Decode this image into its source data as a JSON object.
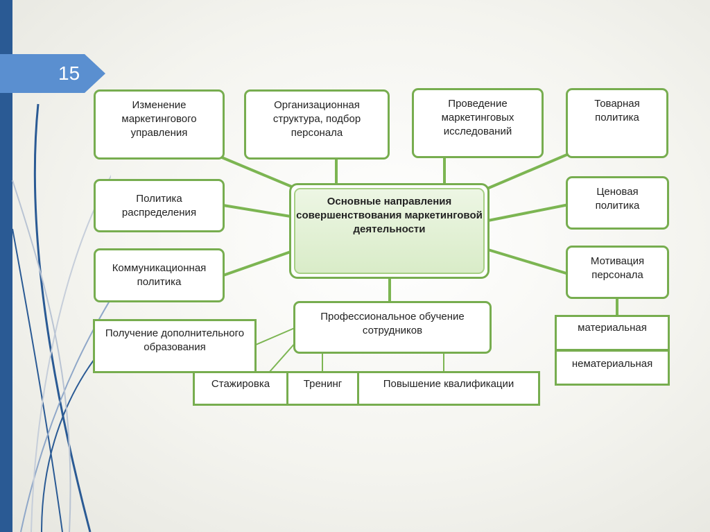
{
  "slide": {
    "number": "15"
  },
  "diagram": {
    "center": "Основные направления совершенствования маркетинговой деятельности",
    "top_boxes": [
      "Изменение маркетингового управления",
      "Организационная структура, подбор персонала",
      "Проведение маркетинговых исследований",
      "Товарная политика"
    ],
    "left_boxes": [
      "Политика распределения",
      "Коммуникационная политика"
    ],
    "right_boxes": [
      "Ценовая политика",
      "Мотивация персонала"
    ],
    "motivation_types": [
      "материальная",
      "нематериальная"
    ],
    "training": {
      "title": "Профессиональное обучение сотрудников",
      "education": "Получение дополнительного образования",
      "methods": [
        "Стажировка",
        "Тренинг",
        "Повышение квалификации"
      ]
    }
  },
  "colors": {
    "border": "#77ad4f",
    "connector": "#7cb552",
    "center_fill": "#e3f1d6",
    "sidebar": "#2a5a94",
    "badge": "#5a8fd0"
  }
}
